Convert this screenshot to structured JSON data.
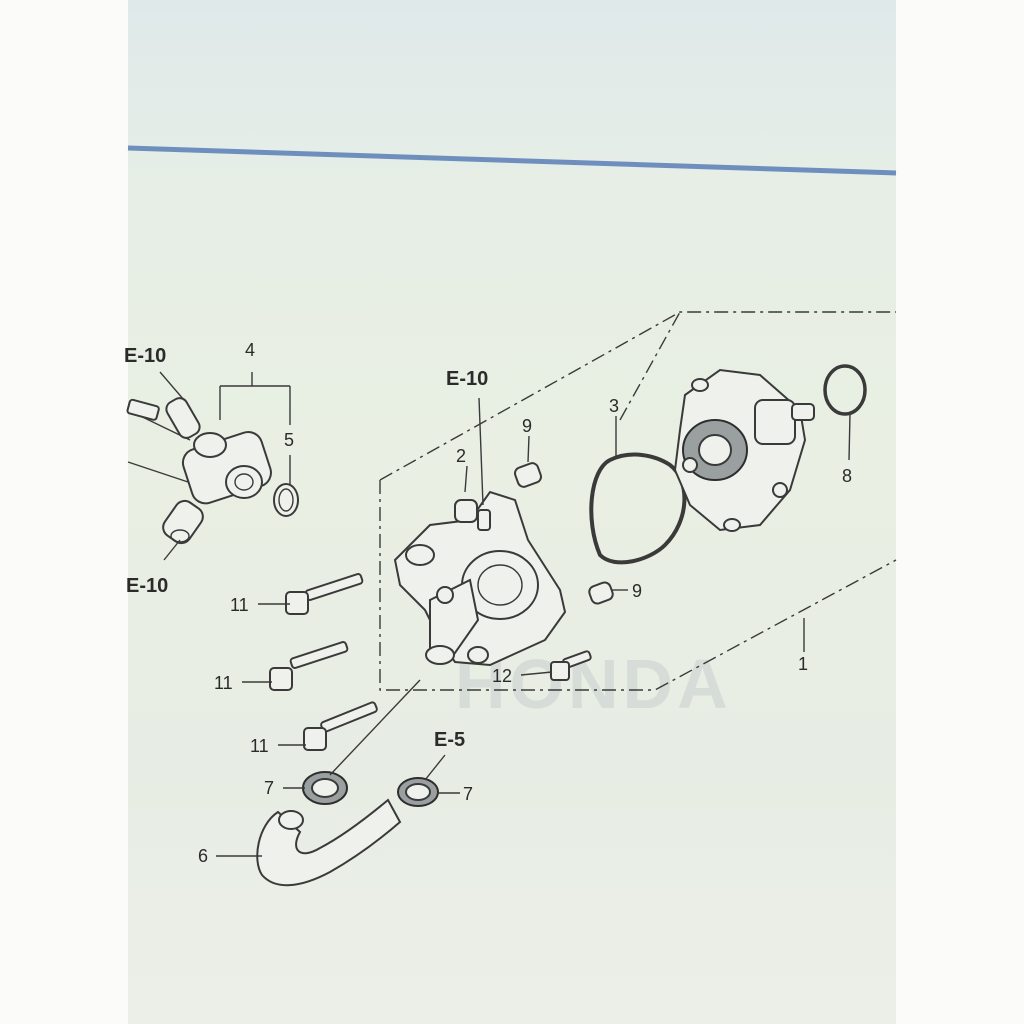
{
  "diagram": {
    "references": {
      "top_left": "E-10",
      "bottom_left": "E-10",
      "center": "E-10",
      "hose_clamp": "E-5"
    },
    "callouts": {
      "part_1": "1",
      "part_2": "2",
      "part_3": "3",
      "part_4": "4",
      "part_5": "5",
      "part_6": "6",
      "part_7_left": "7",
      "part_7_right": "7",
      "part_8": "8",
      "part_9_top": "9",
      "part_9_bottom": "9",
      "part_11_a": "11",
      "part_11_b": "11",
      "part_11_c": "11",
      "part_12": "12"
    },
    "watermark": "HONDA",
    "colors": {
      "accent_line": "#6e8fbe",
      "ink": "#2b2b2b"
    }
  }
}
